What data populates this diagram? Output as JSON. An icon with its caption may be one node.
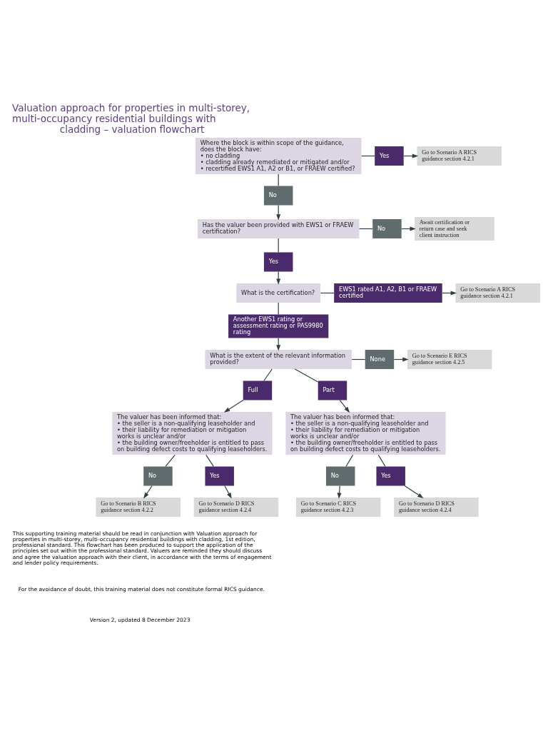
{
  "diagram": {
    "title": "Valuation approach for properties in multi-storey, multi-occupancy residential buildings with cladding – valuation flowchart",
    "nodes": [
      {
        "text": [
          "Where the block is within scope of the guidance, does the block have:",
          "• no cladding",
          "• cladding already remediated or mitigated and/or",
          "• recertified EWS1 A1, A2 or B1, or FRAEW certified?"
        ]
      },
      {
        "text": [
          "Yes"
        ]
      },
      {
        "text": [
          "Go to Scenario A RICS guidance section 4.2.1"
        ]
      },
      {
        "text": [
          "No"
        ]
      },
      {
        "text": [
          "Has the valuer been provided with EWS1 or FRAEW certification?"
        ]
      },
      {
        "text": [
          "No"
        ]
      },
      {
        "text": [
          "Await certification or return case and seek client instruction"
        ]
      },
      {
        "text": [
          "Yes"
        ]
      },
      {
        "text": [
          "What is the certification?"
        ]
      },
      {
        "text": [
          "EWS1 rated A1, A2, B1 or FRAEW certified"
        ]
      },
      {
        "text": [
          "Go to Scenario A RICS guidance section 4.2.1"
        ]
      },
      {
        "text": [
          "Another EWS1 rating or assessment rating or PAS9980 rating"
        ]
      },
      {
        "text": [
          "What is the extent of the relevant information provided?"
        ]
      },
      {
        "text": [
          "None"
        ]
      },
      {
        "text": [
          "Go to Scenario E RICS guidance section 4.2.5"
        ]
      },
      {
        "text": [
          "Full"
        ]
      },
      {
        "text": [
          "Part"
        ]
      },
      {
        "text": [
          "The valuer has been informed that:",
          "• the seller is a non-qualifying leaseholder and",
          "• their liability for remediation or mitigation works is unclear and/or",
          "• the building owner/freeholder is entitled to pass on building defect costs to qualifying leaseholders."
        ]
      },
      {
        "text": [
          "The valuer has been informed that:",
          "• the seller is a non-qualifying leaseholder and",
          "• their liability for remediation or mitigation works is unclear and/or",
          "• the building owner/freeholder is entitled to pass on building defect costs to qualifying leaseholders."
        ]
      },
      {
        "text": [
          "No"
        ]
      },
      {
        "text": [
          "Yes"
        ]
      },
      {
        "text": [
          "No"
        ]
      },
      {
        "text": [
          "Yes"
        ]
      },
      {
        "text": [
          "Go to Scenario B RICS guidance section 4.2.2"
        ]
      },
      {
        "text": [
          "Go to Scenario D RICS guidance section 4.2.4"
        ]
      },
      {
        "text": [
          "Go to Scenario C RICS guidance section 4.2.3"
        ]
      },
      {
        "text": [
          "Go to Scenario D RICS guidance section 4.2.4"
        ]
      }
    ],
    "edges": [
      {
        "from": 0,
        "to": 1,
        "arrow": "none"
      },
      {
        "from": 1,
        "to": 2,
        "arrow": "to"
      },
      {
        "from": 0,
        "to": 3,
        "arrow": "none"
      },
      {
        "from": 3,
        "to": 4,
        "arrow": "to"
      },
      {
        "from": 4,
        "to": 5,
        "arrow": "none"
      },
      {
        "from": 5,
        "to": 6,
        "arrow": "to"
      },
      {
        "from": 4,
        "to": 7,
        "arrow": "none"
      },
      {
        "from": 7,
        "to": 8,
        "arrow": "to"
      },
      {
        "from": 8,
        "to": 9,
        "arrow": "none"
      },
      {
        "from": 9,
        "to": 10,
        "arrow": "to"
      },
      {
        "from": 8,
        "to": 11,
        "arrow": "none"
      },
      {
        "from": 11,
        "to": 12,
        "arrow": "to"
      },
      {
        "from": 12,
        "to": 13,
        "arrow": "none"
      },
      {
        "from": 13,
        "to": 14,
        "arrow": "to"
      },
      {
        "from": 12,
        "to": 15,
        "arrow": "none"
      },
      {
        "from": 15,
        "to": 17,
        "arrow": "to"
      },
      {
        "from": 12,
        "to": 16,
        "arrow": "none"
      },
      {
        "from": 16,
        "to": 18,
        "arrow": "to"
      },
      {
        "from": 17,
        "to": 19,
        "arrow": "none"
      },
      {
        "from": 19,
        "to": 23,
        "arrow": "to"
      },
      {
        "from": 17,
        "to": 20,
        "arrow": "none"
      },
      {
        "from": 20,
        "to": 24,
        "arrow": "to"
      },
      {
        "from": 18,
        "to": 21,
        "arrow": "none"
      },
      {
        "from": 21,
        "to": 25,
        "arrow": "to"
      },
      {
        "from": 18,
        "to": 22,
        "arrow": "none"
      },
      {
        "from": 22,
        "to": 26,
        "arrow": "to"
      }
    ],
    "labels": [
      "This supporting training material should be read in conjunction with Valuation approach for properties in multi-storey, multi-occupancy residential buildings with cladding, 1st edition, professional standard. This flowchart has been produced to support the application of the principles set out within the professional standard. Valuers are reminded they should discuss and agree the valuation approach with their client, in accordance with the terms of engagement and lender policy requirements.",
      "For the avoidance of doubt, this training material does not constitute formal RICS guidance.",
      "Version 2, updated 8 December 2023"
    ]
  }
}
